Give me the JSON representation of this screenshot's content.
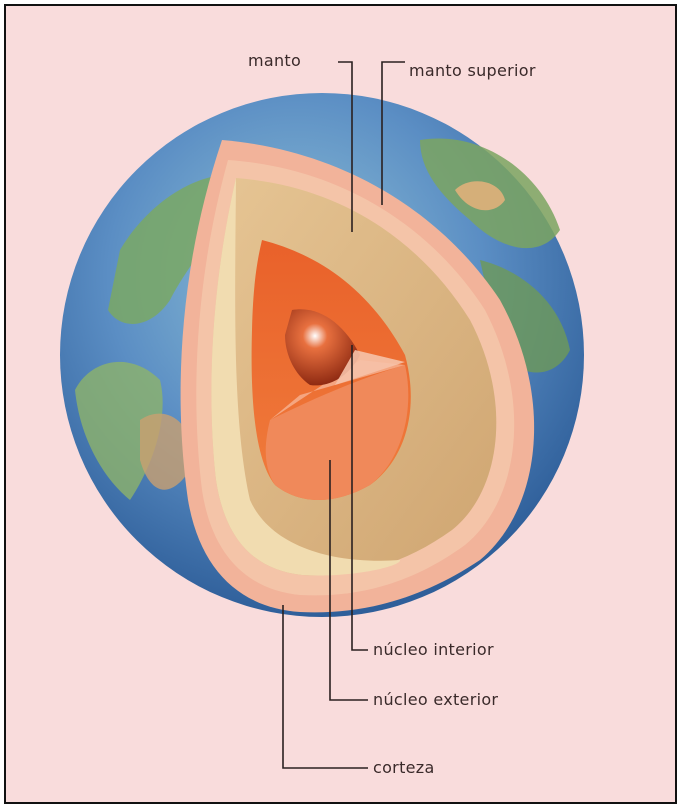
{
  "labels": {
    "manto": "manto",
    "manto_superior": "manto superior",
    "nucleo_interior": "núcleo interior",
    "nucleo_exterior": "núcleo exterior",
    "corteza": "corteza"
  },
  "colors": {
    "background": "#f9dcdc",
    "ocean": "#5b8ec4",
    "land": "#7aa864",
    "crust": "#f2b39a",
    "upper_mantle": "#f4c4a8",
    "mantle": "#dcb483",
    "mantle_light": "#f1dcb0",
    "outer_core": "#ee7a3c",
    "inner_core": "#c8421d",
    "leader": "#2a2020"
  }
}
